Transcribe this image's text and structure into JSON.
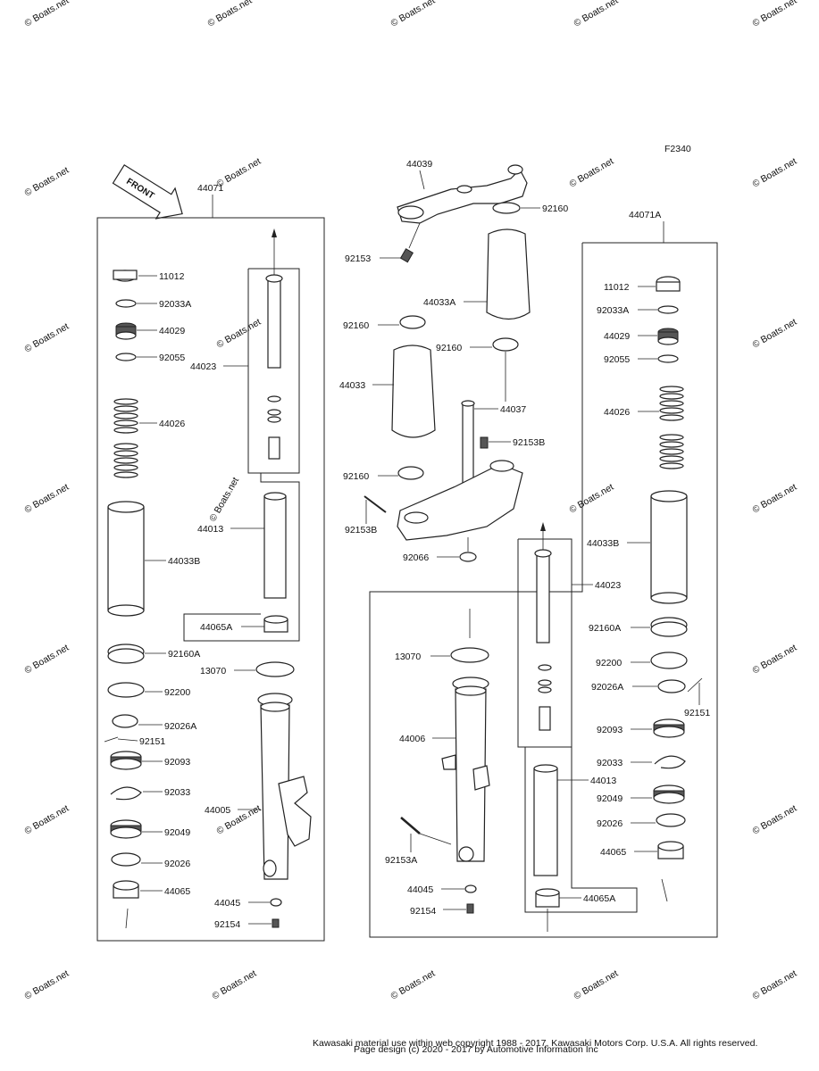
{
  "figure_code": "F2340",
  "front_arrow_text": "FRONT",
  "watermark": "© Boats.net",
  "footer_lines": [
    "Kawasaki material use within web copyright 1988 - 2017, Kawasaki Motors Corp. U.S.A. All rights reserved.",
    "Page design (c) 2020 - 2017 by Automotive Information Inc"
  ],
  "assemblies": {
    "left": "44071",
    "right": "44071A"
  },
  "parts": {
    "left": {
      "p11012": "11012",
      "p92033A": "92033A",
      "p44029": "44029",
      "p92055": "92055",
      "p44023": "44023",
      "p44026": "44026",
      "p44013": "44013",
      "p44033B": "44033B",
      "p44065A": "44065A",
      "p92160A": "92160A",
      "p13070": "13070",
      "p92200": "92200",
      "p92026A": "92026A",
      "p92151": "92151",
      "p92093": "92093",
      "p92033": "92033",
      "p44005": "44005",
      "p92049": "92049",
      "p92026": "92026",
      "p44065": "44065",
      "p44045": "44045",
      "p92154": "92154"
    },
    "center": {
      "p44039": "44039",
      "p92160a": "92160",
      "p92153": "92153",
      "p44033A": "44033A",
      "p92160b": "92160",
      "p92160c": "92160",
      "p44033": "44033",
      "p44037": "44037",
      "p92153B_r": "92153B",
      "p92160d": "92160",
      "p92153B_l": "92153B",
      "p92066": "92066"
    },
    "right": {
      "p11012": "11012",
      "p92033A": "92033A",
      "p44029": "44029",
      "p92055": "92055",
      "p44026": "44026",
      "p44033B": "44033B",
      "p44023": "44023",
      "p92160A": "92160A",
      "p13070": "13070",
      "p92200": "92200",
      "p92026A": "92026A",
      "p92151": "92151",
      "p44006": "44006",
      "p92093": "92093",
      "p92033": "92033",
      "p44013": "44013",
      "p92049": "92049",
      "p92153A": "92153A",
      "p92026": "92026",
      "p44065": "44065",
      "p44045": "44045",
      "p44065A": "44065A",
      "p92154": "92154"
    }
  }
}
